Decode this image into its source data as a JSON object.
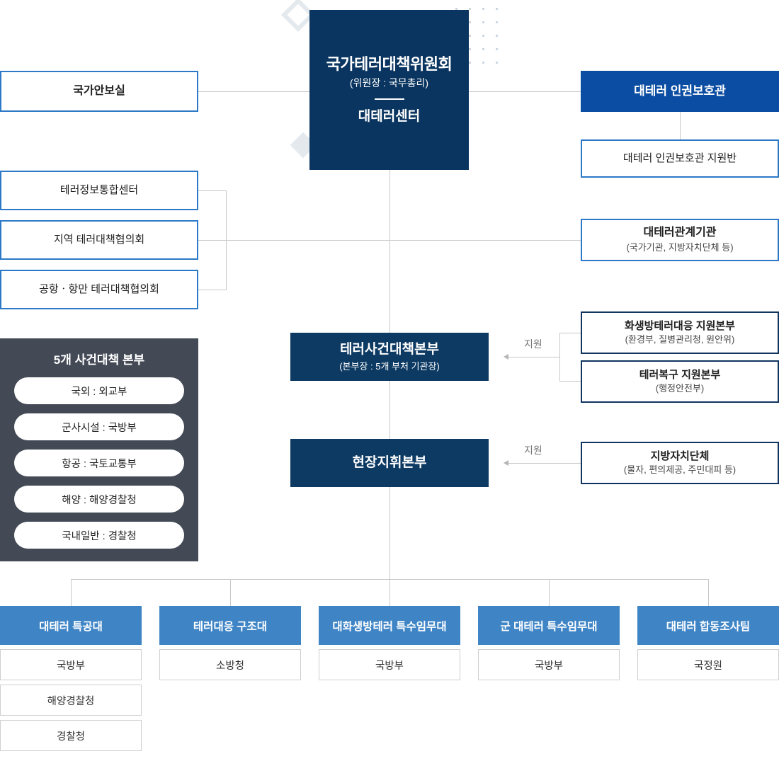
{
  "root": {
    "title": "국가테러대책위원회",
    "subtitle": "(위원장 : 국무총리)",
    "secondary": "대테러센터"
  },
  "left_top": {
    "title": "국가안보실"
  },
  "left_group": [
    {
      "title": "테러정보통합센터"
    },
    {
      "title": "지역 테러대책협의회"
    },
    {
      "title": "공항ㆍ항만 테러대책협의회"
    }
  ],
  "right_column": [
    {
      "title": "대테러 인권보호관",
      "style": "solid-blue"
    },
    {
      "title": "대테러 인권보호관 지원반",
      "style": "outline-blue"
    },
    {
      "title": "대테러관계기관",
      "subtitle": "(국가기관, 지방자치단체 등)",
      "style": "outline-blue"
    }
  ],
  "support_boxes": [
    {
      "title": "화생방테러대응 지원본부",
      "subtitle": "(환경부, 질병관리청, 원안위)"
    },
    {
      "title": "테러복구 지원본부",
      "subtitle": "(행정안전부)"
    },
    {
      "title": "지방자치단체",
      "subtitle": "(물자, 편의제공, 주민대피 등)"
    }
  ],
  "mid_blocks": [
    {
      "title": "테러사건대책본부",
      "subtitle": "(본부장 : 5개 부처 기관장)"
    },
    {
      "title": "현장지휘본부",
      "subtitle": ""
    }
  ],
  "connector_labels": {
    "support_1": "지원",
    "support_2": "지원"
  },
  "dark_panel": {
    "title": "5개 사건대책 본부",
    "items": [
      "국외 : 외교부",
      "군사시설 : 국방부",
      "항공 : 국토교통부",
      "해양 : 해양경찰청",
      "국내일반 : 경찰청"
    ]
  },
  "bottom_units": [
    {
      "head": "대테러 특공대",
      "items": [
        "국방부",
        "해양경찰청",
        "경찰청"
      ]
    },
    {
      "head": "테러대응 구조대",
      "items": [
        "소방청"
      ]
    },
    {
      "head": "대화생방테러 특수임무대",
      "items": [
        "국방부"
      ]
    },
    {
      "head": "군 대테러 특수임무대",
      "items": [
        "국방부"
      ]
    },
    {
      "head": "대테러 합동조사팀",
      "items": [
        "국정원"
      ]
    }
  ],
  "colors": {
    "root_navy": "#0a3560",
    "solid_blue": "#0b4da2",
    "unit_blue": "#3f85c6",
    "outline_blue": "#2d79c7",
    "navy_outline": "#12355f",
    "dark_panel": "#434a56",
    "connector": "#c8c8c8",
    "deco": "#e4e9ee"
  }
}
